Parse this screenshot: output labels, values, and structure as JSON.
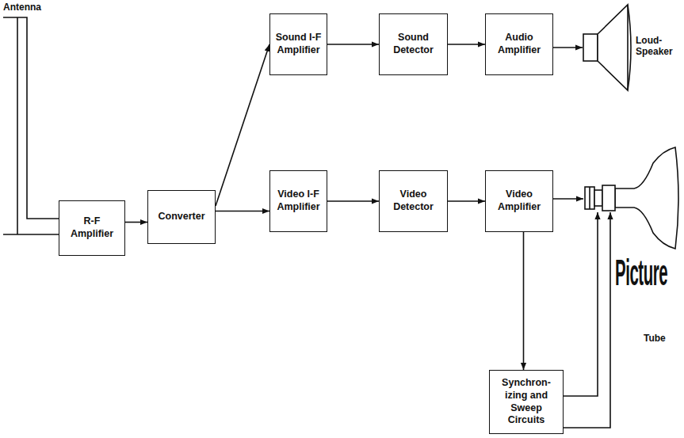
{
  "diagram": {
    "nodes": [
      {
        "text": [
          "R-F Amplifier"
        ]
      },
      {
        "text": [
          "Converter"
        ]
      },
      {
        "text": [
          "Sound I-F Amplifier"
        ]
      },
      {
        "text": [
          "Sound Detector"
        ]
      },
      {
        "text": [
          "Audio Amplifier"
        ]
      },
      {
        "text": [
          "Video I-F Amplifier"
        ]
      },
      {
        "text": [
          "Video Detector"
        ]
      },
      {
        "text": [
          "Video Amplifier"
        ]
      },
      {
        "text": [
          "Synchron-izing and Sweep Circuits"
        ]
      }
    ],
    "edges": [
      {
        "from": 0,
        "to": 1,
        "arrow": "to"
      },
      {
        "from": 1,
        "to": 2,
        "arrow": "to"
      },
      {
        "from": 1,
        "to": 5,
        "arrow": "to"
      },
      {
        "from": 2,
        "to": 3,
        "arrow": "to"
      },
      {
        "from": 3,
        "to": 4,
        "arrow": "to"
      },
      {
        "from": 5,
        "to": 6,
        "arrow": "to"
      },
      {
        "from": 6,
        "to": 7,
        "arrow": "to"
      },
      {
        "from": 7,
        "to": 8,
        "arrow": "to"
      }
    ],
    "labels": [
      "Antenna",
      "Loud-Speaker",
      "Picture",
      "Tube"
    ]
  }
}
